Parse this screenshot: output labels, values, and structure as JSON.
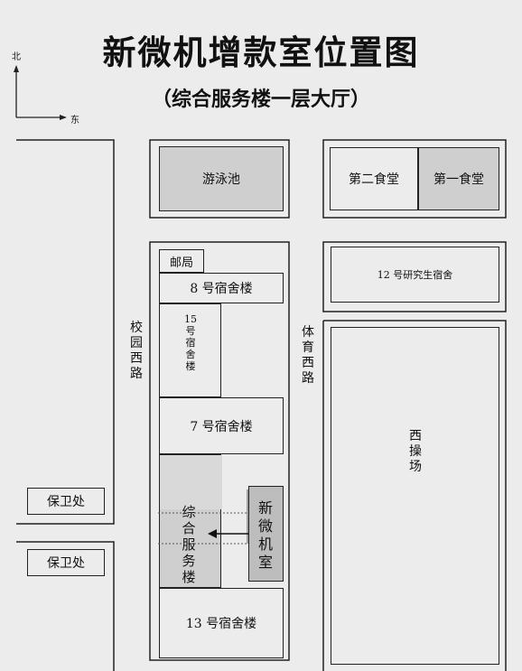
{
  "title": "新微机增款室位置图",
  "subtitle": "（综合服务楼一层大厅）",
  "compass": {
    "north": "北",
    "east": "东"
  },
  "roads": {
    "west": "校园西路",
    "east": "体育西路"
  },
  "buildings": {
    "pool": "游泳池",
    "canteen2": "第二食堂",
    "canteen1": "第一食堂",
    "post": "邮局",
    "dorm8": "8 号宿舍楼",
    "grad12": "12 号研究生宿舍",
    "dorm15": "15号宿舍楼",
    "dorm7": "7 号宿舍楼",
    "field": "西操场",
    "security1": "保卫处",
    "security2": "保卫处",
    "service": "综合服务楼",
    "newroom": "新微机室",
    "dorm13": "13 号宿舍楼"
  },
  "colors": {
    "highlight": "#bdbdbd",
    "shaded": "#cfcfcf"
  }
}
